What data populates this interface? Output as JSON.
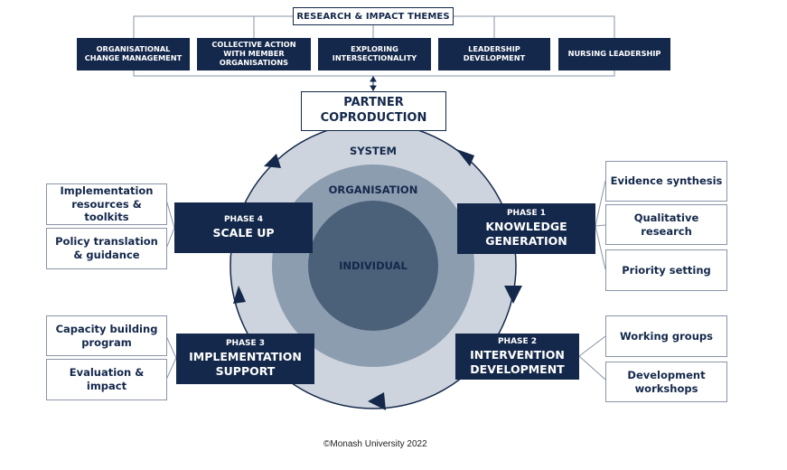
{
  "header": {
    "title": "RESEARCH & IMPACT THEMES",
    "themes": [
      "ORGANISATIONAL CHANGE MANAGEMENT",
      "COLLECTIVE ACTION WITH MEMBER ORGANISATIONS",
      "EXPLORING INTERSECTIONALITY",
      "LEADERSHIP DEVELOPMENT",
      "NURSING LEADERSHIP"
    ]
  },
  "partner": {
    "line1": "PARTNER",
    "line2": "COPRODUCTION"
  },
  "rings": {
    "outer": "SYSTEM",
    "middle": "ORGANISATION",
    "inner": "INDIVIDUAL"
  },
  "phases": [
    {
      "num": "PHASE 1",
      "name": "KNOWLEDGE GENERATION",
      "activities": [
        "Evidence synthesis",
        "Qualitative research",
        "Priority setting"
      ]
    },
    {
      "num": "PHASE 2",
      "name": "INTERVENTION DEVELOPMENT",
      "activities": [
        "Working groups",
        "Development workshops"
      ]
    },
    {
      "num": "PHASE 3",
      "name": "IMPLEMENTATION SUPPORT",
      "activities": [
        "Capacity building program",
        "Evaluation & impact"
      ]
    },
    {
      "num": "PHASE 4",
      "name": "SCALE UP",
      "activities": [
        "Implementation resources & toolkits",
        "Policy translation & guidance"
      ]
    }
  ],
  "colors": {
    "navy": "#14284b",
    "ring_outer": "#cdd4de",
    "ring_middle": "#8d9db0",
    "ring_inner": "#4b6079"
  },
  "footer": {
    "copyright": "©Monash University 2022"
  }
}
